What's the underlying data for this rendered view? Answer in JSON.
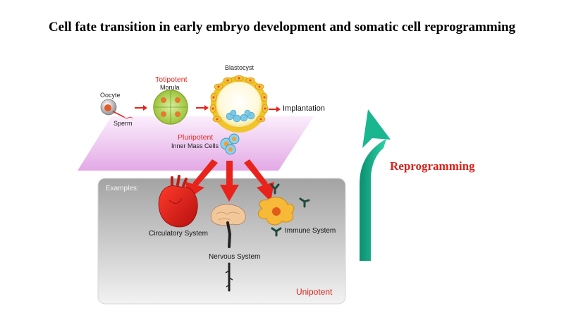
{
  "title": "Cell fate transition in early embryo development and somatic cell reprogramming",
  "stages": {
    "oocyte": "Oocyte",
    "sperm": "Sperm",
    "totipotent": "Totipotent",
    "morula": "Morula",
    "blastocyst": "Blastocyst",
    "implantation": "Implantation",
    "pluripotent": "Pluripotent",
    "inner_mass": "Inner Mass Cells"
  },
  "panel": {
    "examples": "Examples:",
    "circulatory": "Circulatory System",
    "nervous": "Nervous System",
    "immune": "Immune System",
    "unipotent": "Unipotent"
  },
  "reprogramming": "Reprogramming",
  "colors": {
    "red_label": "#d8241c",
    "arrow_red": "#e8231b",
    "teal": "#14b08c",
    "pink_plane": "#e9b8ea",
    "gray_panel": "#a9a9a9"
  }
}
